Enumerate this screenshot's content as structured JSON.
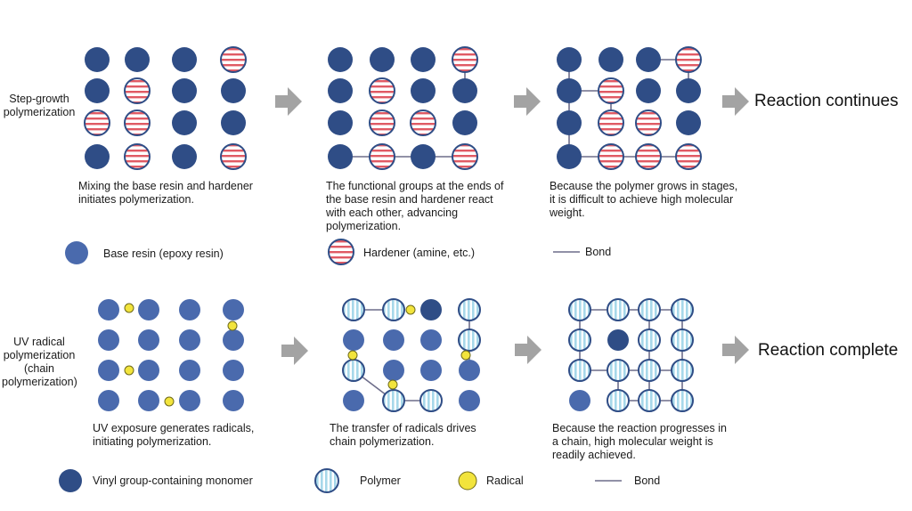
{
  "colors": {
    "base_resin": "#2f4d86",
    "base_resin_light": "#4a6aad",
    "hardener_stripe": "#e05a64",
    "polymer_stripe": "#a7d8ea",
    "radical": "#f2e43c",
    "bond": "#6d6d8a",
    "arrow": "#a3a3a3"
  },
  "step_growth": {
    "row_label": "Step-growth polymerization",
    "outcome": "Reaction continues",
    "captions": [
      "Mixing the base resin and hardener initiates polymerization.",
      "The functional groups at the ends of the base resin and hardener react with each other, advancing polymerization.",
      "Because the polymer grows in stages, it is difficult to achieve high molecular weight."
    ],
    "legend": {
      "base_resin": "Base resin (epoxy resin)",
      "hardener": "Hardener (amine, etc.)",
      "bond": "Bond"
    }
  },
  "uv_radical": {
    "row_label": "UV radical polymerization (chain polymerization)",
    "outcome": "Reaction complete",
    "captions": [
      "UV exposure generates radicals, initiating polymerization.",
      "The transfer of radicals drives chain polymerization.",
      "Because the reaction progresses in a chain, high molecular weight is readily achieved."
    ],
    "legend": {
      "monomer": "Vinyl group-containing monomer",
      "polymer": "Polymer",
      "radical": "Radical",
      "bond": "Bond"
    }
  }
}
